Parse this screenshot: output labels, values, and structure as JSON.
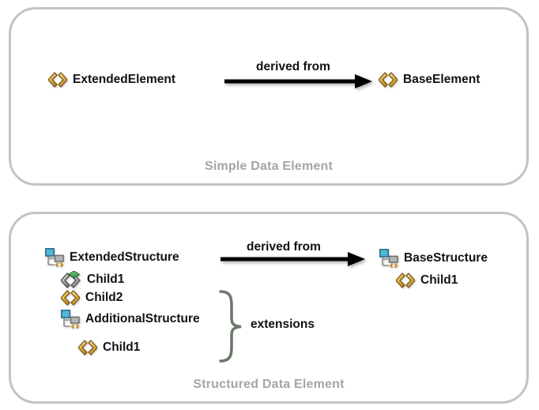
{
  "top_panel": {
    "caption": "Simple Data Element",
    "source": {
      "label": "ExtendedElement",
      "icon": "xml-element-icon"
    },
    "arrow_label": "derived from",
    "target": {
      "label": "BaseElement",
      "icon": "xml-element-icon"
    }
  },
  "bottom_panel": {
    "caption": "Structured Data Element",
    "source": {
      "label": "ExtendedStructure",
      "icon": "structure-icon"
    },
    "source_children": [
      {
        "label": "Child1",
        "icon": "inherited-element-icon",
        "indent": 1
      },
      {
        "label": "Child2",
        "icon": "xml-element-icon",
        "indent": 1
      },
      {
        "label": "AdditionalStructure",
        "icon": "structure-icon",
        "indent": 1
      },
      {
        "label": "Child1",
        "icon": "xml-element-icon",
        "indent": 2
      }
    ],
    "arrow_label": "derived from",
    "target": {
      "label": "BaseStructure",
      "icon": "structure-icon"
    },
    "target_children": [
      {
        "label": "Child1",
        "icon": "xml-element-icon",
        "indent": 1
      }
    ],
    "brace_label": "extensions"
  },
  "icons": {
    "xml_element": "xml-element-icon",
    "inherited_element": "inherited-element-icon",
    "structure": "structure-icon"
  },
  "colors": {
    "element_gold": "#d9a435",
    "element_gold_outline": "#7a5716",
    "inherited_gray": "#9a9a9a",
    "inherited_green": "#3f9a48",
    "structure_blue": "#53b7d6",
    "structure_gray": "#b5b5b5",
    "arrow_black": "#000000",
    "brace_sage": "#6b7a68",
    "caption_gray": "#a5a5a5",
    "panel_border_gray": "#c3c3c3"
  }
}
